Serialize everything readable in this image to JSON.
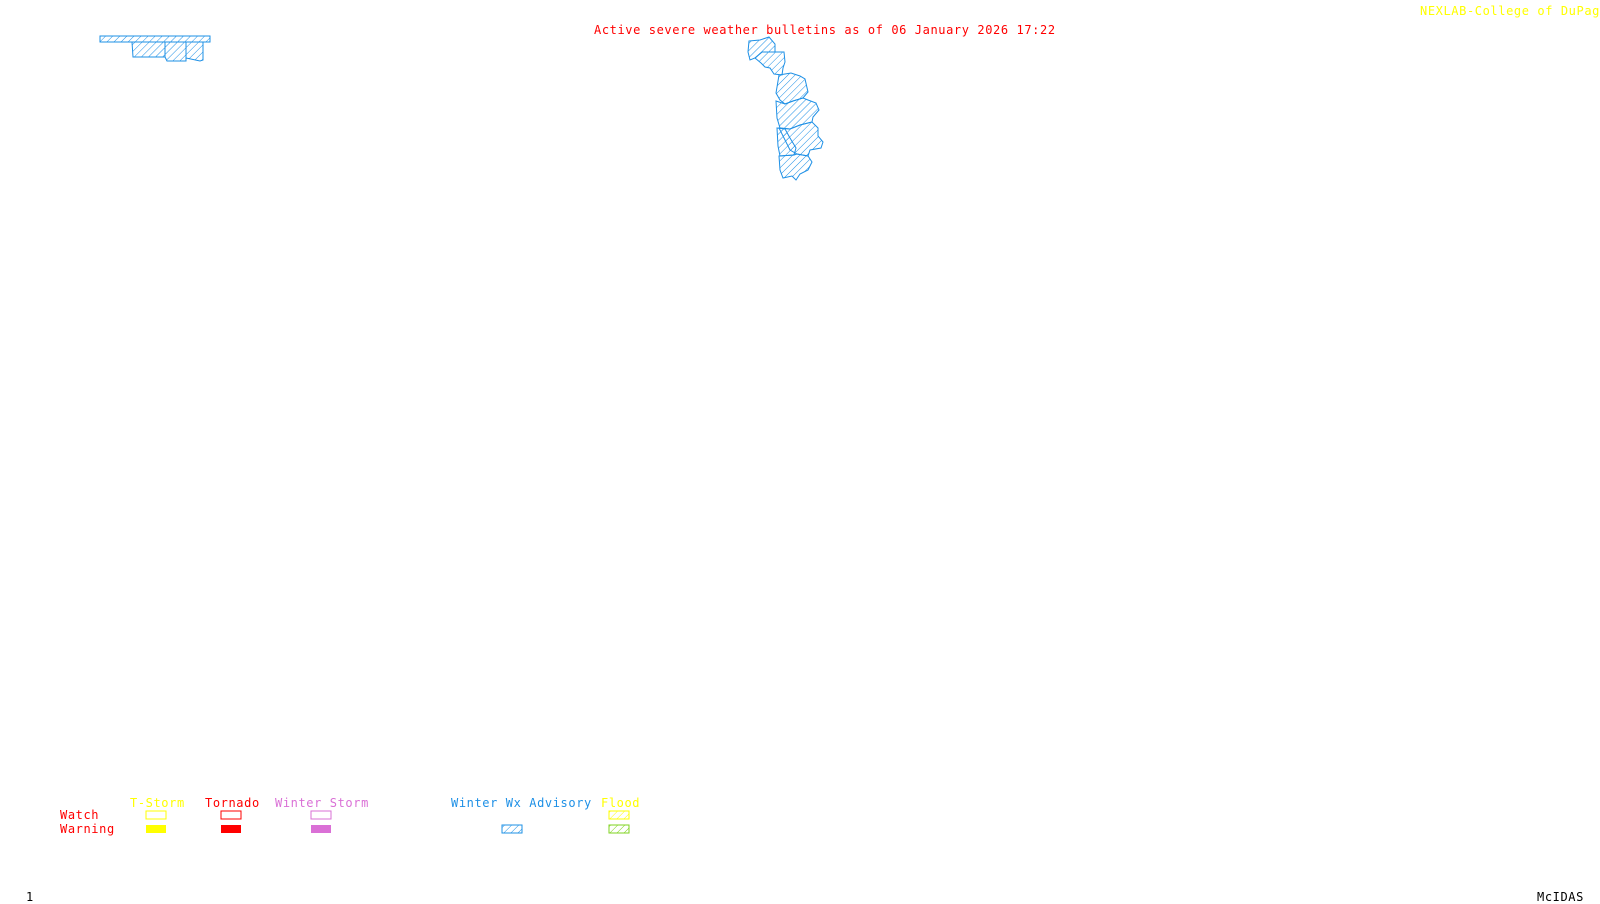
{
  "header": {
    "title": "Active severe weather bulletins as of 06 January 2026 17:22",
    "credit": "NEXLAB-College of DuPage",
    "credit_icon": "cursor-arrow-icon"
  },
  "footer": {
    "frame_number": "1",
    "software": "McIDAS"
  },
  "colors": {
    "background": "#ffffff",
    "title": "#ff0000",
    "credit": "#ffff00",
    "tstorm": "#ffff00",
    "tornado": "#ff0000",
    "winter_storm": "#da70d6",
    "winter_wx_advisory": "#1e90e6",
    "flood_watch": "#ffff00",
    "flood_warning": "#7fd31f",
    "row_label": "#ff0000"
  },
  "legend": {
    "row_labels": {
      "watch": "Watch",
      "warning": "Warning"
    },
    "columns": [
      {
        "key": "tstorm",
        "label": "T-Storm",
        "watch": "outline",
        "warning": "solid"
      },
      {
        "key": "tornado",
        "label": "Tornado",
        "watch": "outline",
        "warning": "solid"
      },
      {
        "key": "winter_storm",
        "label": "Winter Storm",
        "watch": "outline",
        "warning": "solid"
      },
      {
        "key": "winter_wx_advisory",
        "label": "Winter Wx Advisory",
        "watch": "none",
        "warning": "hatched"
      },
      {
        "key": "flood",
        "label": "Flood",
        "watch": "hatched",
        "warning": "hatched"
      }
    ]
  },
  "active_areas": [
    {
      "type": "Winter Wx Advisory",
      "region": "upper-left group"
    },
    {
      "type": "Winter Wx Advisory",
      "region": "top-center chain"
    }
  ]
}
